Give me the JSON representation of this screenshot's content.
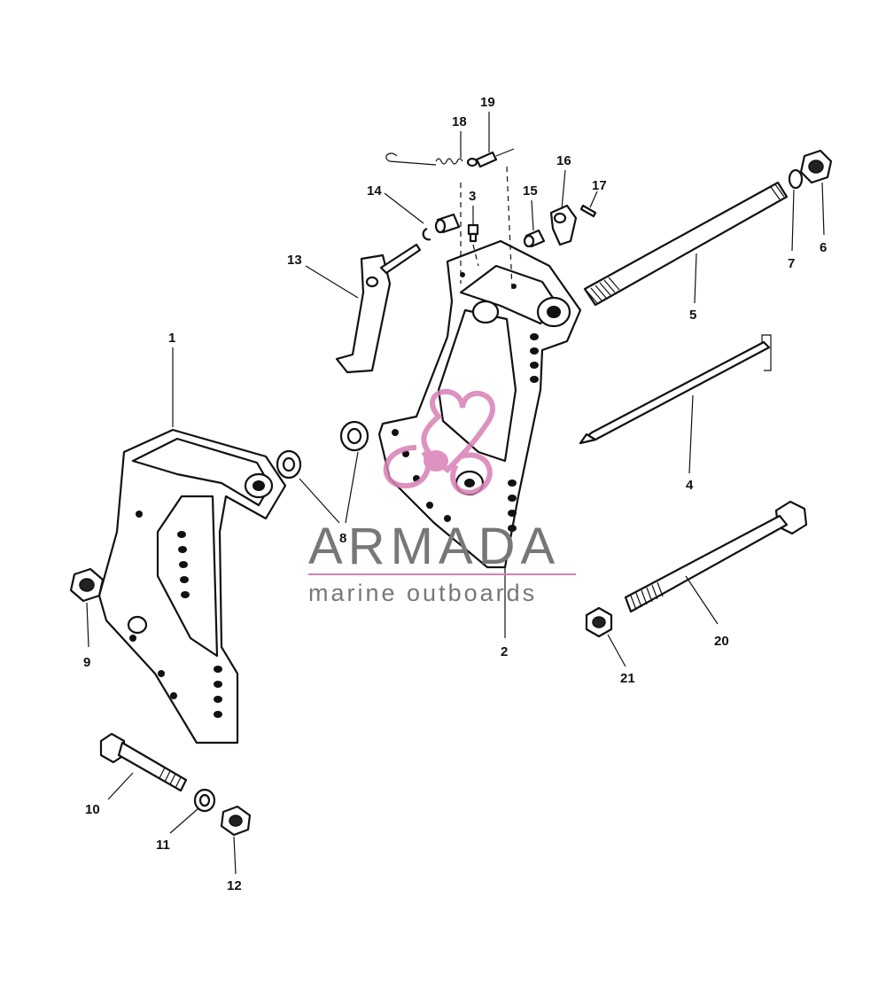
{
  "watermark": {
    "title": "ARMADA",
    "subtitle": "marine outboards",
    "logo_color": "#d87fb5",
    "text_color": "#777777"
  },
  "callouts": [
    {
      "id": "c1",
      "label": "1"
    },
    {
      "id": "c2",
      "label": "2"
    },
    {
      "id": "c3",
      "label": "3"
    },
    {
      "id": "c4",
      "label": "4"
    },
    {
      "id": "c5",
      "label": "5"
    },
    {
      "id": "c6",
      "label": "6"
    },
    {
      "id": "c7",
      "label": "7"
    },
    {
      "id": "c8",
      "label": "8"
    },
    {
      "id": "c9",
      "label": "9"
    },
    {
      "id": "c10",
      "label": "10"
    },
    {
      "id": "c11",
      "label": "11"
    },
    {
      "id": "c12",
      "label": "12"
    },
    {
      "id": "c13",
      "label": "13"
    },
    {
      "id": "c14",
      "label": "14"
    },
    {
      "id": "c15",
      "label": "15"
    },
    {
      "id": "c16",
      "label": "16"
    },
    {
      "id": "c17",
      "label": "17"
    },
    {
      "id": "c18",
      "label": "18"
    },
    {
      "id": "c19",
      "label": "19"
    },
    {
      "id": "c20",
      "label": "20"
    },
    {
      "id": "c21",
      "label": "21"
    }
  ]
}
